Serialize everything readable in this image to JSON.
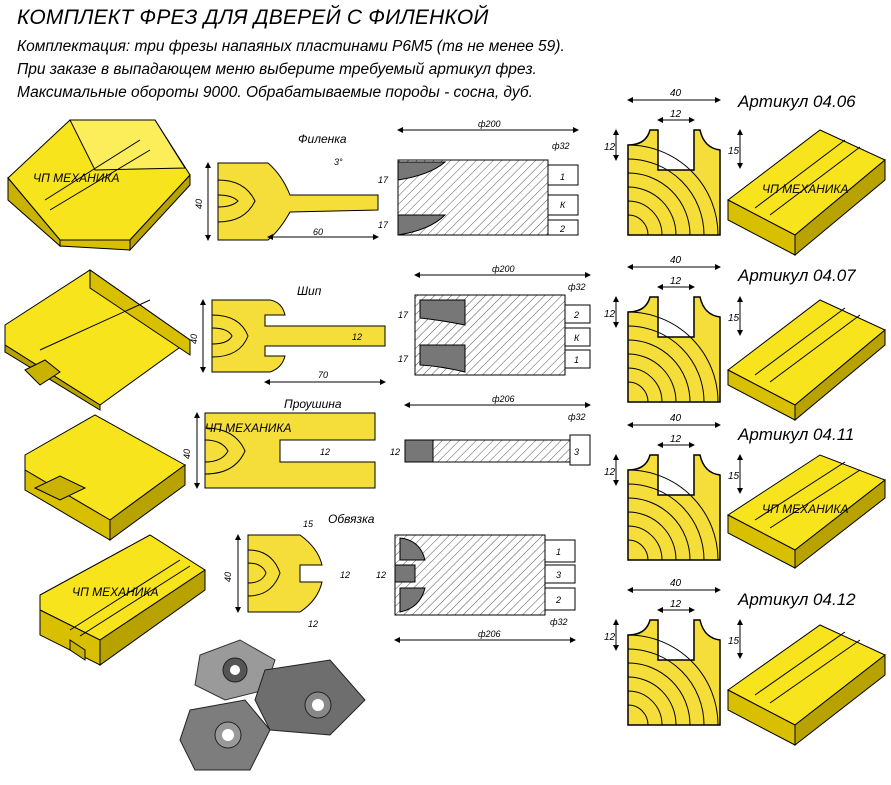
{
  "title": "КОМПЛЕКТ ФРЕЗ ДЛЯ ДВЕРЕЙ С ФИЛЕНКОЙ",
  "description_lines": [
    "Комплектация: три фрезы напаяных пластинами Р6М5 (тв не менее 59).",
    "При заказе в выпадающем меню выберите требуемый артикул фрез.",
    "Максимальные обороты 9000. Обрабатываемые породы - сосна, дуб."
  ],
  "watermark": "ЧП МЕХАНИКА",
  "profiles": [
    {
      "name": "Филенка",
      "angle": "3°",
      "height": "40",
      "length": "60",
      "diameter": "ф200",
      "bore": "ф32",
      "h1": "17",
      "h2": "17",
      "parts": [
        "1",
        "К",
        "2"
      ]
    },
    {
      "name": "Шип",
      "height": "40",
      "length": "70",
      "tenon": "12",
      "diameter": "ф200",
      "bore": "ф32",
      "h1": "17",
      "h2": "17",
      "parts": [
        "2",
        "К",
        "1"
      ]
    },
    {
      "name": "Проушина",
      "height": "40",
      "slot": "12",
      "diameter": "ф206",
      "bore": "ф32",
      "width": "12",
      "parts": [
        "3"
      ]
    },
    {
      "name": "Обвязка",
      "height": "40",
      "top": "15",
      "bottom": "12",
      "slot": "12",
      "diameter": "ф206",
      "bore": "ф32",
      "width": "12",
      "parts": [
        "1",
        "3",
        "2"
      ]
    }
  ],
  "articles": [
    {
      "label": "Артикул 04.06",
      "width": "40",
      "slot": "12",
      "left": "12",
      "right": "15"
    },
    {
      "label": "Артикул 04.07",
      "width": "40",
      "slot": "12",
      "left": "12",
      "right": "15"
    },
    {
      "label": "Артикул 04.11",
      "width": "40",
      "slot": "12",
      "left": "12",
      "right": "15"
    },
    {
      "label": "Артикул 04.12",
      "width": "40",
      "slot": "12",
      "left": "12",
      "right": "15"
    }
  ],
  "colors": {
    "wood": "#F5DE3A",
    "block": "#F7E41D",
    "block_dark": "#C9B200",
    "line": "#000000"
  }
}
